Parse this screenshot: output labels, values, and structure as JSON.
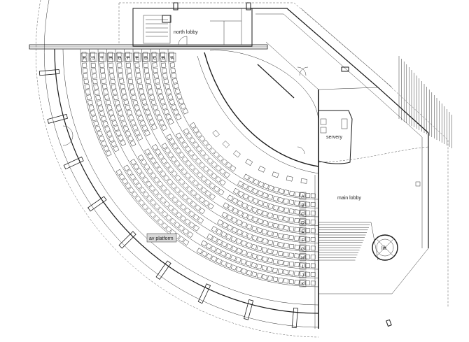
{
  "rooms": {
    "north_lobby": "north lobby",
    "servery": "servery",
    "main_lobby": "main lobby",
    "lift": "lift",
    "av_platform": "av platform"
  },
  "row_labels_top": [
    "K",
    "J",
    "I",
    "H",
    "G",
    "F",
    "E",
    "D",
    "C",
    "B",
    "A"
  ],
  "row_labels_right": [
    "A",
    "B",
    "C",
    "D",
    "E",
    "F",
    "G",
    "H",
    "I",
    "J",
    "K"
  ],
  "colors": {
    "line": "#1a1a1a",
    "platform_fill": "#d9d9d9",
    "background": "#ffffff"
  }
}
